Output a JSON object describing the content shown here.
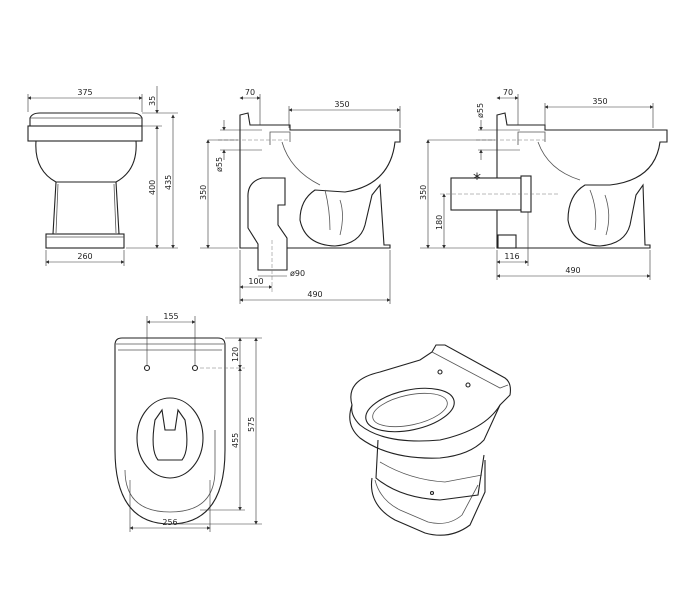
{
  "views": {
    "front": {
      "width": "375",
      "seat_thickness": "35",
      "height_rim": "400",
      "height_total": "435",
      "base_width": "260"
    },
    "side_floor_outlet": {
      "inlet_offset": "70",
      "bowl_length": "350",
      "inlet_diameter": "ø55",
      "inlet_height": "350",
      "outlet_diameter": "ø90",
      "outlet_offset": "100",
      "depth": "490"
    },
    "side_wall_outlet": {
      "inlet_offset": "70",
      "bowl_length": "350",
      "inlet_diameter": "ø55",
      "inlet_height": "350",
      "outlet_height": "180",
      "outlet_offset": "116",
      "depth": "490",
      "note_marker": "*"
    },
    "top": {
      "hole_spacing": "155",
      "hole_offset": "120",
      "rim_length": "455",
      "total_length": "575",
      "width": "256"
    }
  }
}
